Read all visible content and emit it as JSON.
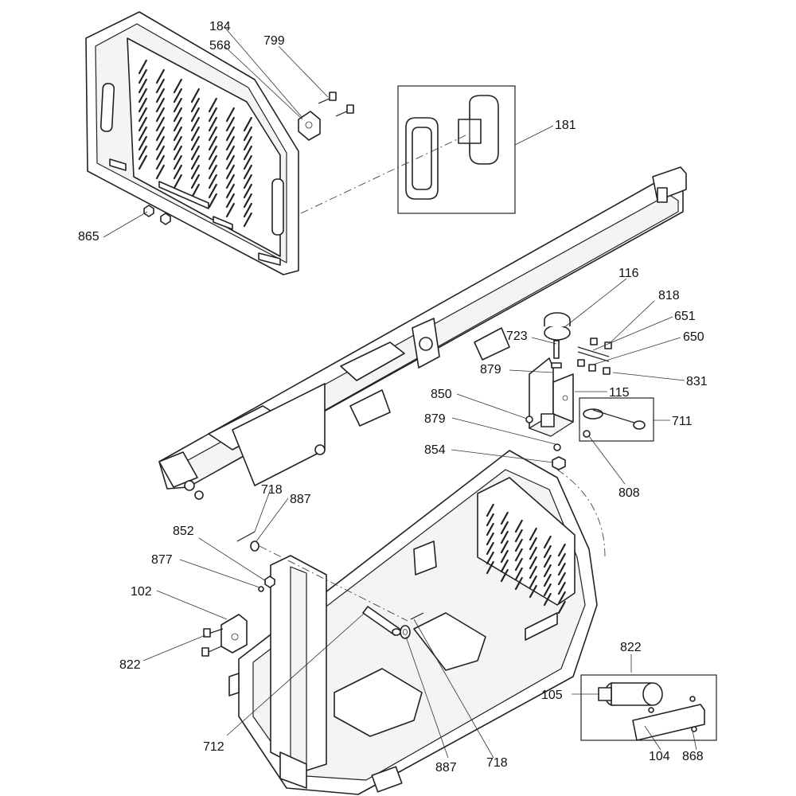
{
  "diagram": {
    "callouts": [
      {
        "id": "184",
        "text": "184"
      },
      {
        "id": "568",
        "text": "568"
      },
      {
        "id": "799",
        "text": "799"
      },
      {
        "id": "181",
        "text": "181"
      },
      {
        "id": "865",
        "text": "865"
      },
      {
        "id": "116",
        "text": "116"
      },
      {
        "id": "818",
        "text": "818"
      },
      {
        "id": "651",
        "text": "651"
      },
      {
        "id": "650",
        "text": "650"
      },
      {
        "id": "723",
        "text": "723"
      },
      {
        "id": "879a",
        "text": "879"
      },
      {
        "id": "831",
        "text": "831"
      },
      {
        "id": "850",
        "text": "850"
      },
      {
        "id": "115",
        "text": "115"
      },
      {
        "id": "879b",
        "text": "879"
      },
      {
        "id": "711",
        "text": "711"
      },
      {
        "id": "854",
        "text": "854"
      },
      {
        "id": "808",
        "text": "808"
      },
      {
        "id": "718a",
        "text": "718"
      },
      {
        "id": "887a",
        "text": "887"
      },
      {
        "id": "852",
        "text": "852"
      },
      {
        "id": "877",
        "text": "877"
      },
      {
        "id": "102",
        "text": "102"
      },
      {
        "id": "822a",
        "text": "822"
      },
      {
        "id": "822b",
        "text": "822"
      },
      {
        "id": "105",
        "text": "105"
      },
      {
        "id": "712",
        "text": "712"
      },
      {
        "id": "887b",
        "text": "887"
      },
      {
        "id": "718b",
        "text": "718"
      },
      {
        "id": "104",
        "text": "104"
      },
      {
        "id": "868",
        "text": "868"
      }
    ]
  }
}
